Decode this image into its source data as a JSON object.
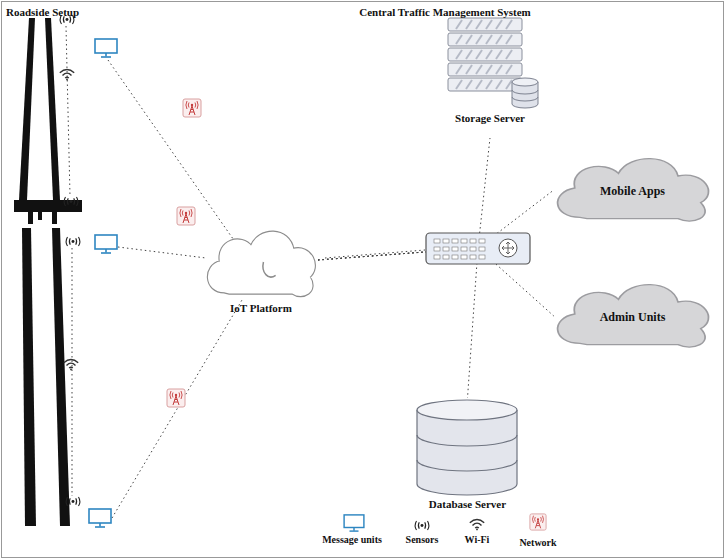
{
  "diagram": {
    "nodes": [
      {
        "text": [
          "Storage Server"
        ]
      },
      {
        "text": [
          "Mobile Apps"
        ]
      },
      {
        "text": [
          "IoT Platform"
        ]
      },
      {
        "text": [
          "Admin Units"
        ]
      },
      {
        "text": [
          "Database Server"
        ]
      }
    ],
    "edges": [
      {
        "from": 2,
        "to": 0,
        "arrow": "none"
      },
      {
        "from": 2,
        "to": 1,
        "arrow": "none"
      },
      {
        "from": 2,
        "to": 3,
        "arrow": "none"
      },
      {
        "from": 2,
        "to": 4,
        "arrow": "none"
      }
    ],
    "labels": [
      "Roadside Setup",
      "Central Traffic Management System"
    ],
    "legend": [
      {
        "text": "Message units"
      },
      {
        "text": "Sensors"
      },
      {
        "text": "Wi-Fi"
      },
      {
        "text": "Network"
      }
    ]
  }
}
